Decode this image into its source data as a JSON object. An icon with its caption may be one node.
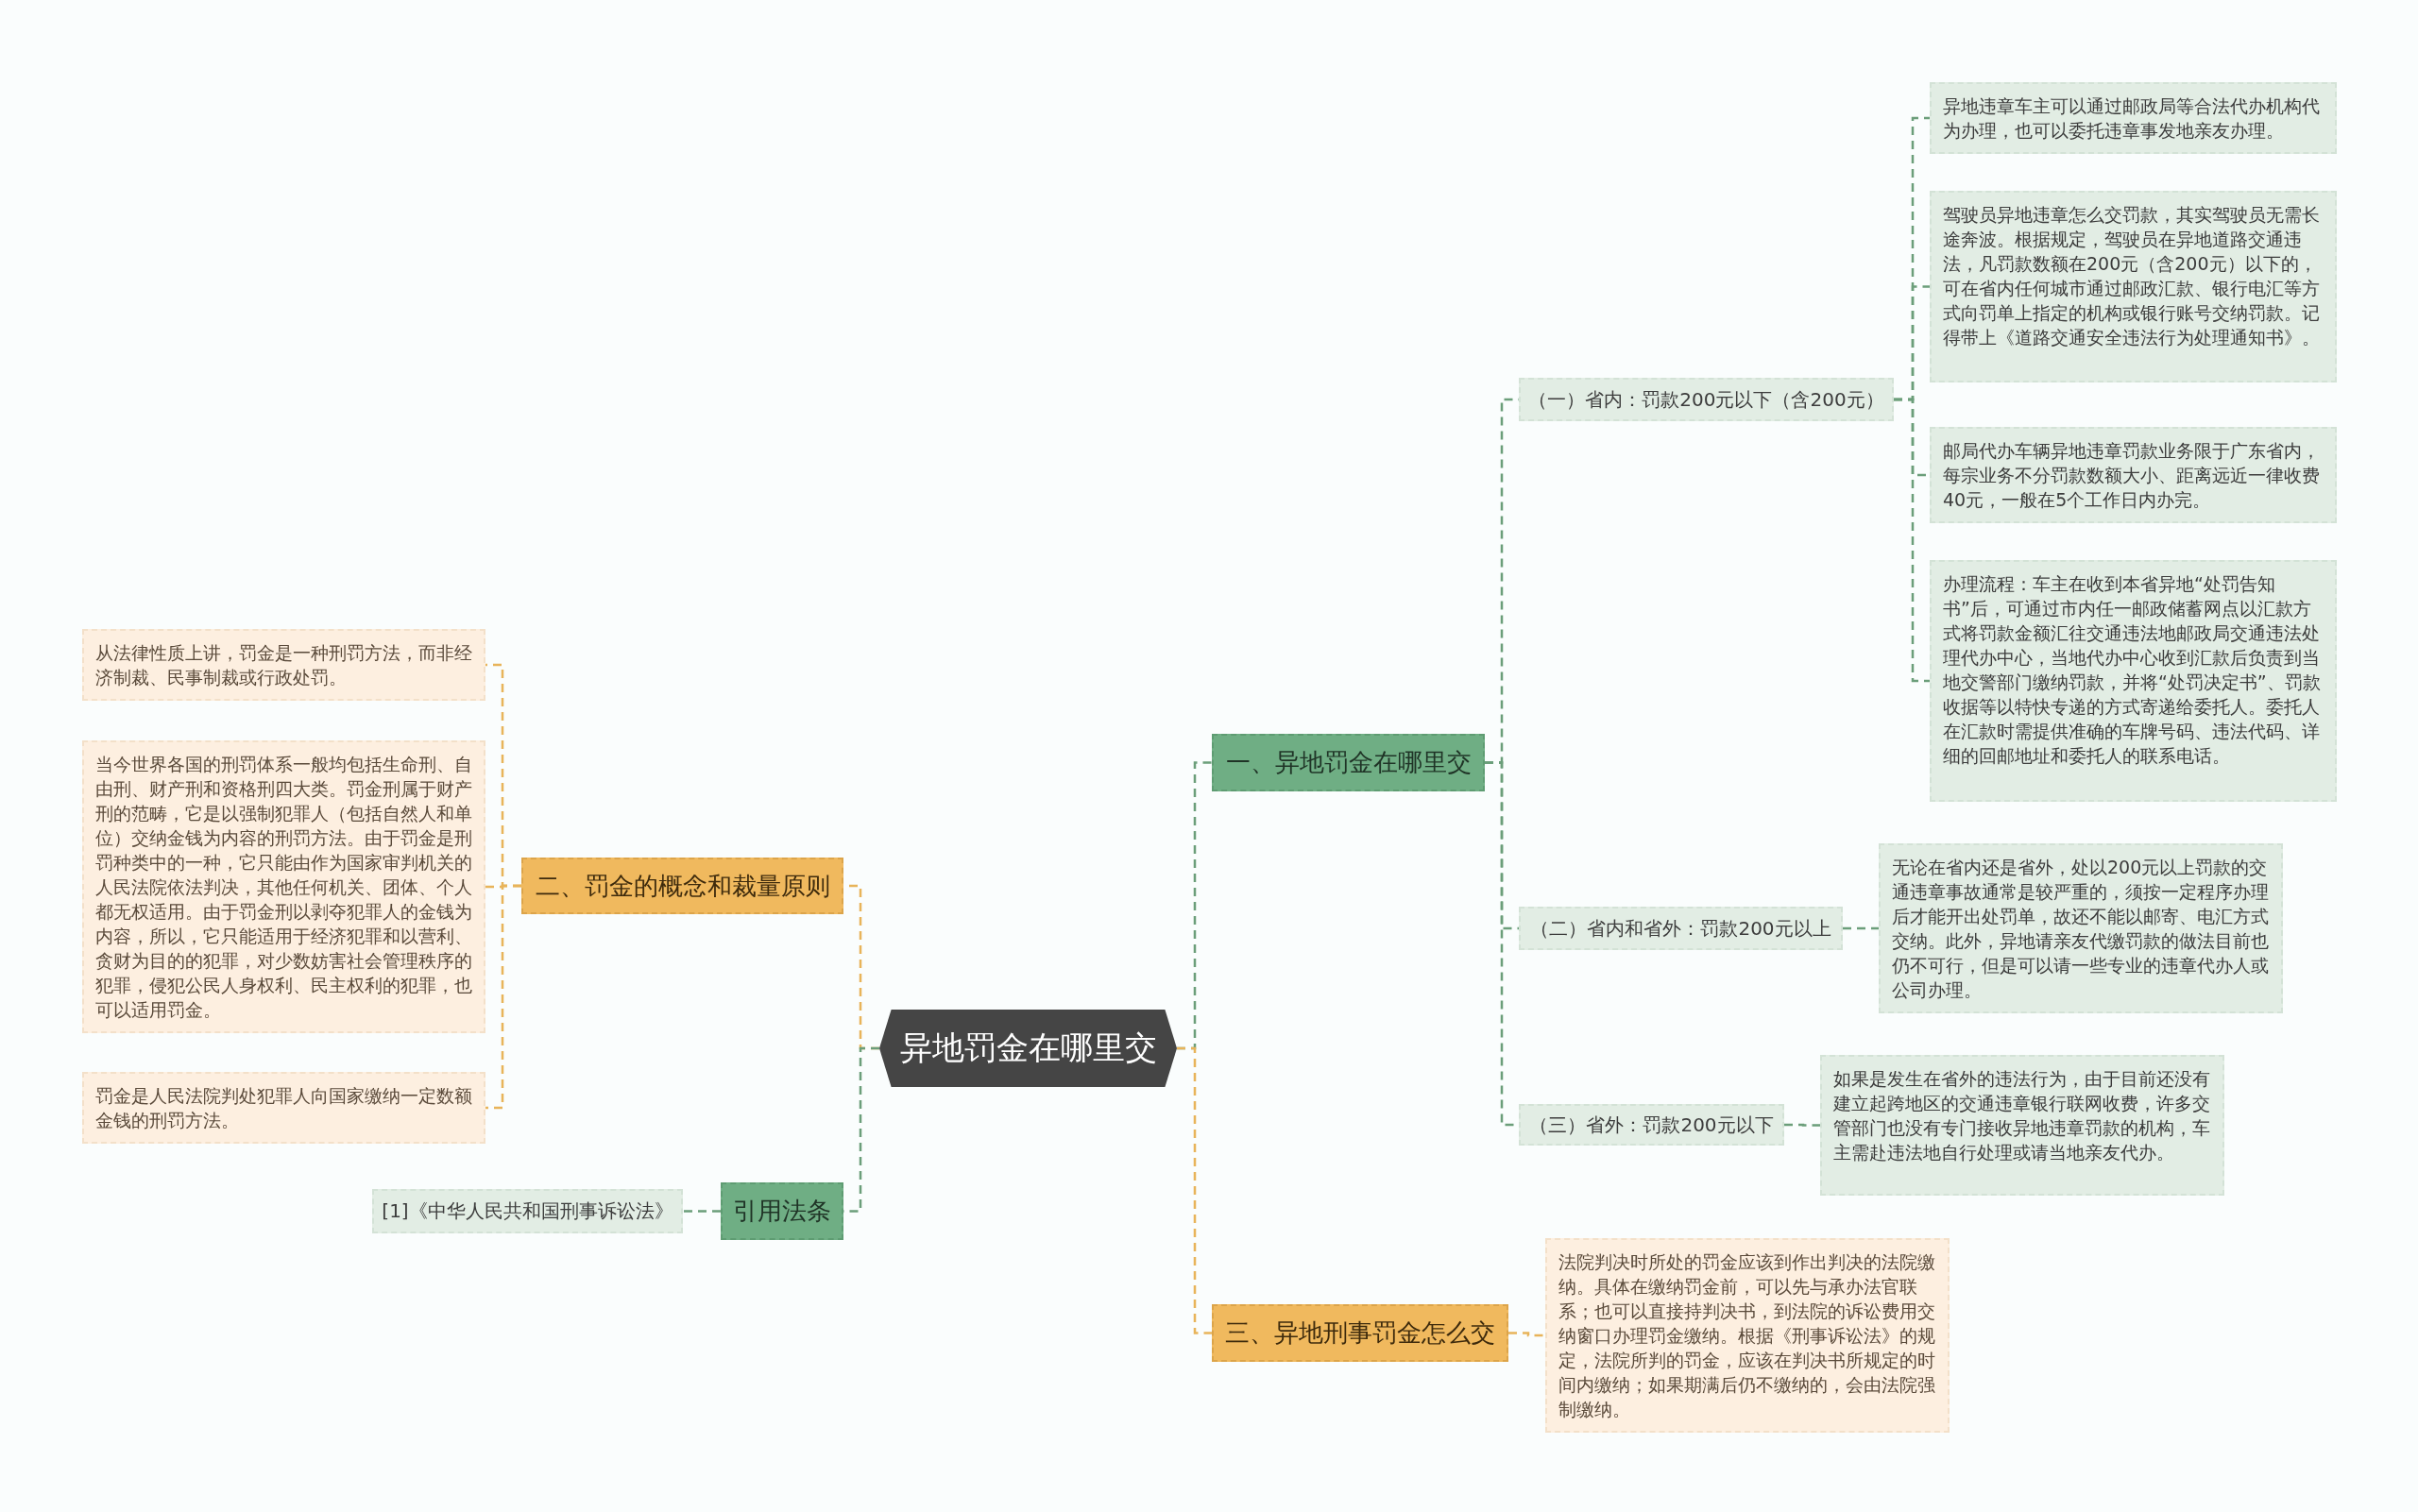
{
  "diagram": {
    "nodes": [
      {
        "text": [
          "异地罚金在哪里交"
        ]
      },
      {
        "text": [
          "一、异地罚金在哪里交"
        ]
      },
      {
        "text": [
          "（一）省内：罚款200元以下（含200元）"
        ]
      },
      {
        "text": [
          "异地违章车主可以通过邮政局等合法代办机构代为办理，也可以委托违章事发地亲友办理。"
        ]
      },
      {
        "text": [
          "驾驶员异地违章怎么交罚款，其实驾驶员无需长途奔波。根据规定，驾驶员在异地道路交通违法，凡罚款数额在200元（含200元）以下的，可在省内任何城市通过邮政汇款、银行电汇等方式向罚单上指定的机构或银行账号交纳罚款。记得带上《道路交通安全违法行为处理通知书》。"
        ]
      },
      {
        "text": [
          "邮局代办车辆异地违章罚款业务限于广东省内，每宗业务不分罚款数额大小、距离远近一律收费40元，一般在5个工作日内办完。"
        ]
      },
      {
        "text": [
          "办理流程：车主在收到本省异地“处罚告知书”后，可通过市内任一邮政储蓄网点以汇款方式将罚款金额汇往交通违法地邮政局交通违法处理代办中心，当地代办中心收到汇款后负责到当地交警部门缴纳罚款，并将“处罚决定书”、罚款收据等以特快专递的方式寄递给委托人。委托人在汇款时需提供准确的车牌号码、违法代码、详细的回邮地址和委托人的联系电话。"
        ]
      },
      {
        "text": [
          "（二）省内和省外：罚款200元以上"
        ]
      },
      {
        "text": [
          "无论在省内还是省外，处以200元以上罚款的交通违章事故通常是较严重的，须按一定程序办理后才能开出处罚单，故还不能以邮寄、电汇方式交纳。此外，异地请亲友代缴罚款的做法目前也仍不可行，但是可以请一些专业的违章代办人或公司办理。"
        ]
      },
      {
        "text": [
          "（三）省外：罚款200元以下"
        ]
      },
      {
        "text": [
          "如果是发生在省外的违法行为，由于目前还没有建立起跨地区的交通违章银行联网收费，许多交管部门也没有专门接收异地违章罚款的机构，车主需赴违法地自行处理或请当地亲友代办。"
        ]
      },
      {
        "text": [
          "三、异地刑事罚金怎么交"
        ]
      },
      {
        "text": [
          "法院判决时所处的罚金应该到作出判决的法院缴纳。具体在缴纳罚金前，可以先与承办法官联系；也可以直接持判决书，到法院的诉讼费用交纳窗口办理罚金缴纳。根据《刑事诉讼法》的规定，法院所判的罚金，应该在判决书所规定的时间内缴纳；如果期满后仍不缴纳的，会由法院强制缴纳。"
        ]
      },
      {
        "text": [
          "二、罚金的概念和裁量原则"
        ]
      },
      {
        "text": [
          "从法律性质上讲，罚金是一种刑罚方法，而非经济制裁、民事制裁或行政处罚。"
        ]
      },
      {
        "text": [
          "当今世界各国的刑罚体系一般均包括生命刑、自由刑、财产刑和资格刑四大类。罚金刑属于财产刑的范畴，它是以强制犯罪人（包括自然人和单位）交纳金钱为内容的刑罚方法。由于罚金是刑罚种类中的一种，它只能由作为国家审判机关的人民法院依法判决，其他任何机关、团体、个人都无权适用。由于罚金刑以剥夺犯罪人的金钱为内容，所以，它只能适用于经济犯罪和以营利、贪财为目的的犯罪，对少数妨害社会管理秩序的犯罪，侵犯公民人身权利、民主权利的犯罪，也可以适用罚金。"
        ]
      },
      {
        "text": [
          "罚金是人民法院判处犯罪人向国家缴纳一定数额金钱的刑罚方法。"
        ]
      },
      {
        "text": [
          "引用法条"
        ]
      },
      {
        "text": [
          "[1]《中华人民共和国刑事诉讼法》"
        ]
      }
    ],
    "edges": [
      {
        "from": 0,
        "to": 1,
        "arrow": "none"
      },
      {
        "from": 1,
        "to": 2,
        "arrow": "none"
      },
      {
        "from": 2,
        "to": 3,
        "arrow": "none"
      },
      {
        "from": 2,
        "to": 4,
        "arrow": "none"
      },
      {
        "from": 2,
        "to": 5,
        "arrow": "none"
      },
      {
        "from": 2,
        "to": 6,
        "arrow": "none"
      },
      {
        "from": 1,
        "to": 7,
        "arrow": "none"
      },
      {
        "from": 7,
        "to": 8,
        "arrow": "none"
      },
      {
        "from": 1,
        "to": 9,
        "arrow": "none"
      },
      {
        "from": 9,
        "to": 10,
        "arrow": "none"
      },
      {
        "from": 0,
        "to": 11,
        "arrow": "none",
        "color": "#e8b45a"
      },
      {
        "from": 11,
        "to": 12,
        "arrow": "none",
        "color": "#e8b45a"
      },
      {
        "from": 0,
        "to": 13,
        "arrow": "none",
        "color": "#e8b45a"
      },
      {
        "from": 13,
        "to": 14,
        "arrow": "none",
        "color": "#e8b45a"
      },
      {
        "from": 13,
        "to": 15,
        "arrow": "none",
        "color": "#e8b45a"
      },
      {
        "from": 13,
        "to": 16,
        "arrow": "none",
        "color": "#e8b45a"
      },
      {
        "from": 0,
        "to": 17,
        "arrow": "none"
      },
      {
        "from": 17,
        "to": 18,
        "arrow": "none"
      }
    ]
  }
}
